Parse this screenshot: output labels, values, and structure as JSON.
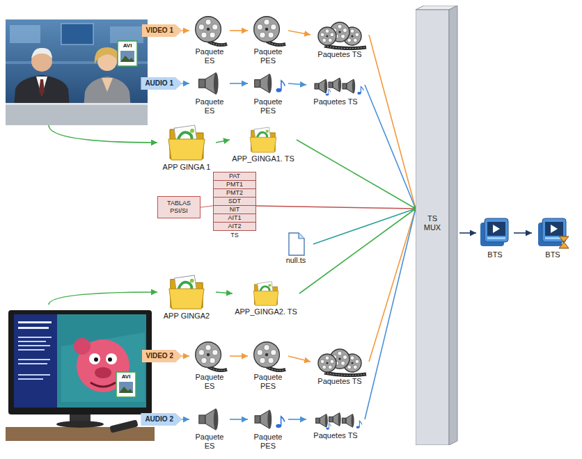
{
  "diagram": {
    "nodes": [
      {
        "text": [
          "AVI"
        ]
      },
      {
        "text": [
          "Paquete ES"
        ]
      },
      {
        "text": [
          "Paquete PES"
        ]
      },
      {
        "text": [
          "Paquetes TS"
        ]
      },
      {
        "text": [
          "Paquete ES"
        ]
      },
      {
        "text": [
          "Paquete PES"
        ]
      },
      {
        "text": [
          "Paquetes TS"
        ]
      },
      {
        "text": [
          "APP GINGA 1"
        ]
      },
      {
        "text": [
          "APP_GINGA1. TS"
        ]
      },
      {
        "text": [
          "TABLAS PSI/SI"
        ]
      },
      {
        "text": [
          "PAT",
          "PMT1",
          "PMT2",
          "SDT",
          "NIT",
          "AIT1",
          "AIT2",
          "TS"
        ]
      },
      {
        "text": [
          "null.ts"
        ]
      },
      {
        "text": [
          "TS MUX"
        ]
      },
      {
        "text": [
          "BTS"
        ]
      },
      {
        "text": [
          "BTS"
        ]
      },
      {
        "text": [
          "APP GINGA2"
        ]
      },
      {
        "text": [
          "APP_GINGA2. TS"
        ]
      },
      {
        "text": [
          "AVI"
        ]
      },
      {
        "text": [
          "Paquete ES"
        ]
      },
      {
        "text": [
          "Paquete PES"
        ]
      },
      {
        "text": [
          "Paquetes TS"
        ]
      },
      {
        "text": [
          "Paquete ES"
        ]
      },
      {
        "text": [
          "Paquete PES"
        ]
      },
      {
        "text": [
          "Paquetes TS"
        ]
      }
    ],
    "edges": [
      {
        "from": 0,
        "to": 1,
        "arrow": "to",
        "label": "VIDEO 1"
      },
      {
        "from": 1,
        "to": 2,
        "arrow": "to"
      },
      {
        "from": 2,
        "to": 3,
        "arrow": "to"
      },
      {
        "from": 0,
        "to": 4,
        "arrow": "to",
        "label": "AUDIO 1"
      },
      {
        "from": 4,
        "to": 5,
        "arrow": "to"
      },
      {
        "from": 5,
        "to": 6,
        "arrow": "to"
      },
      {
        "from": 0,
        "to": 7,
        "arrow": "to"
      },
      {
        "from": 7,
        "to": 8,
        "arrow": "to"
      },
      {
        "from": 9,
        "to": 10,
        "arrow": "none"
      },
      {
        "from": 3,
        "to": 12,
        "arrow": "none"
      },
      {
        "from": 6,
        "to": 12,
        "arrow": "none"
      },
      {
        "from": 8,
        "to": 12,
        "arrow": "none"
      },
      {
        "from": 10,
        "to": 12,
        "arrow": "none"
      },
      {
        "from": 11,
        "to": 12,
        "arrow": "none"
      },
      {
        "from": 17,
        "to": 15,
        "arrow": "to"
      },
      {
        "from": 15,
        "to": 16,
        "arrow": "to"
      },
      {
        "from": 16,
        "to": 12,
        "arrow": "none"
      },
      {
        "from": 17,
        "to": 18,
        "arrow": "to",
        "label": "VIDEO 2"
      },
      {
        "from": 18,
        "to": 19,
        "arrow": "to"
      },
      {
        "from": 19,
        "to": 20,
        "arrow": "to"
      },
      {
        "from": 17,
        "to": 21,
        "arrow": "to",
        "label": "AUDIO 2"
      },
      {
        "from": 21,
        "to": 22,
        "arrow": "to"
      },
      {
        "from": 22,
        "to": 23,
        "arrow": "to"
      },
      {
        "from": 20,
        "to": 12,
        "arrow": "none"
      },
      {
        "from": 23,
        "to": 12,
        "arrow": "none"
      },
      {
        "from": 12,
        "to": 13,
        "arrow": "to"
      },
      {
        "from": 13,
        "to": 14,
        "arrow": "to"
      }
    ]
  }
}
